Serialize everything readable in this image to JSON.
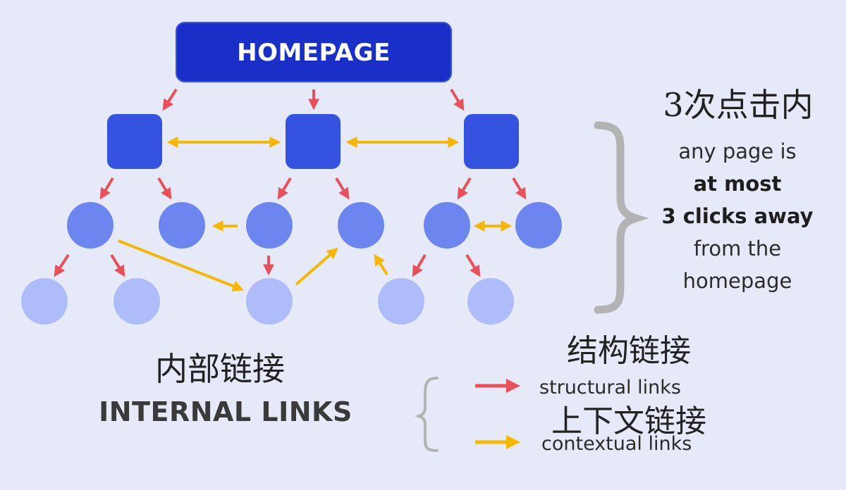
{
  "homepage": {
    "label": "HOMEPAGE"
  },
  "side_note": {
    "title_cn": "3次点击内",
    "lines": [
      {
        "text": "any page is",
        "bold": false
      },
      {
        "text": "at most",
        "bold": true
      },
      {
        "text": "3 clicks away",
        "bold": true
      },
      {
        "text": "from the",
        "bold": false
      },
      {
        "text": "homepage",
        "bold": false
      }
    ]
  },
  "main_label": {
    "title_cn": "内部链接",
    "title_en": "INTERNAL LINKS"
  },
  "legend": {
    "structural": {
      "title_cn": "结构链接",
      "label": "structural links",
      "color": "#e8505b"
    },
    "contextual": {
      "title_cn": "上下文链接",
      "label": "contextual links",
      "color": "#f5b800"
    }
  },
  "colors": {
    "background": "#e6e9f7",
    "homepage": "#1a2fc7",
    "level1": "#3552e0",
    "level2": "#6d86ef",
    "level3": "#aebdf9",
    "brace": "#b3b3b3"
  }
}
